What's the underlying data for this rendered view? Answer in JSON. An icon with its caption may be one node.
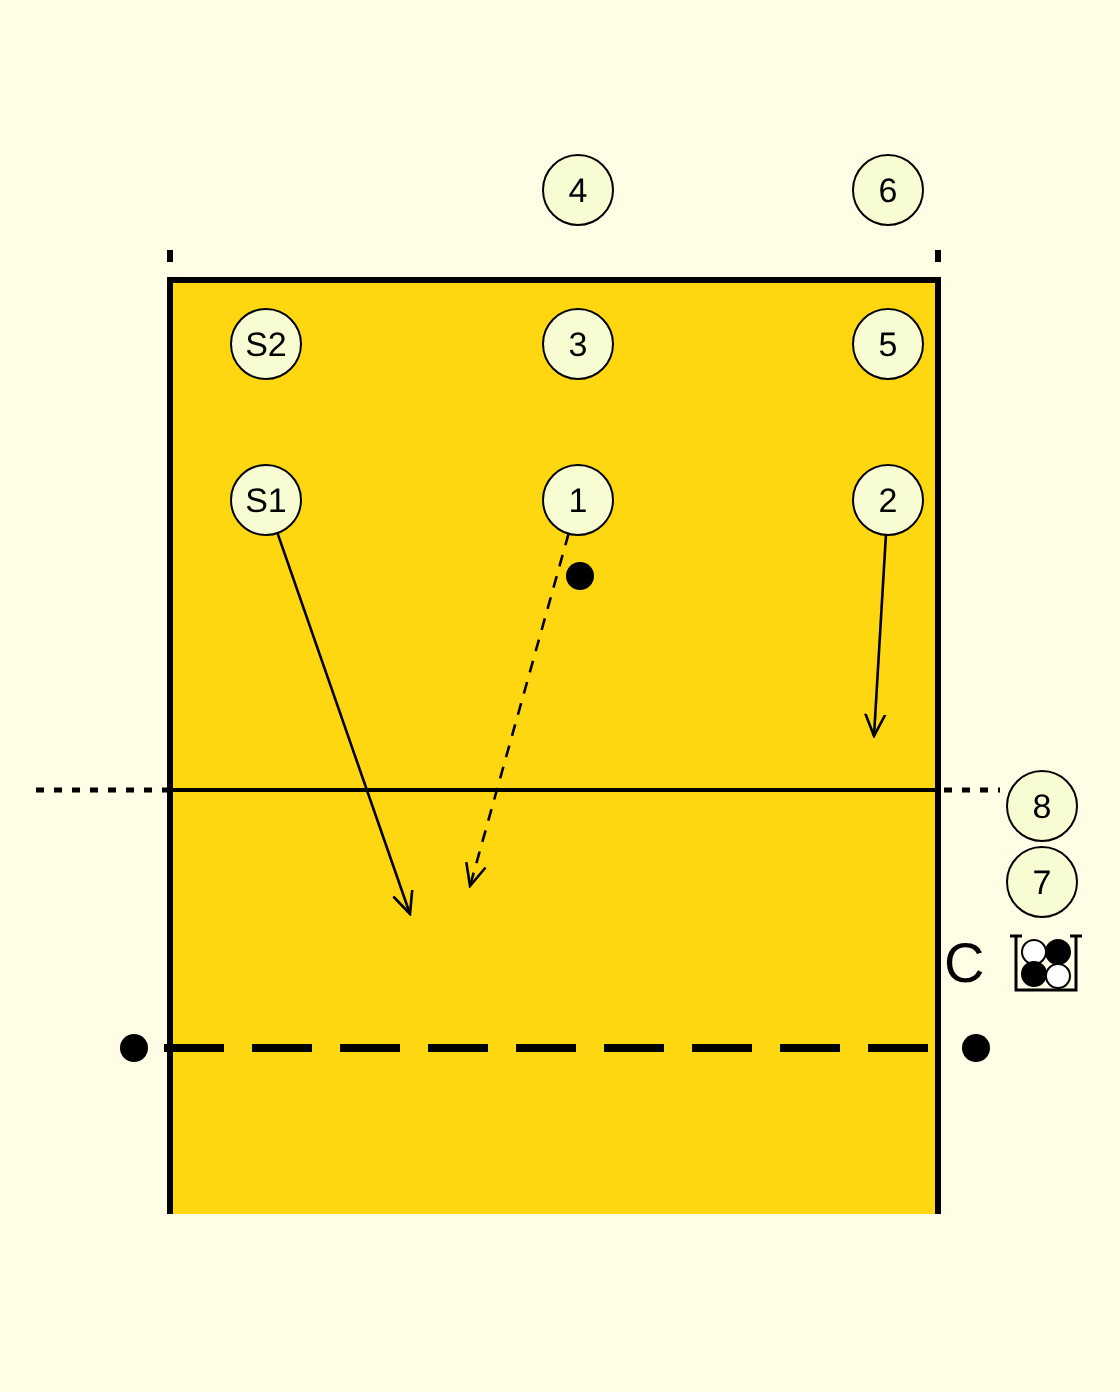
{
  "diagram": {
    "nodes": [
      {
        "text": [
          "4"
        ]
      },
      {
        "text": [
          "6"
        ]
      },
      {
        "text": [
          "S2"
        ]
      },
      {
        "text": [
          "3"
        ]
      },
      {
        "text": [
          "5"
        ]
      },
      {
        "text": [
          "S1"
        ]
      },
      {
        "text": [
          "1"
        ]
      },
      {
        "text": [
          "2"
        ]
      },
      {
        "text": [
          "8"
        ]
      },
      {
        "text": [
          "7"
        ]
      }
    ],
    "edges": [
      {
        "from": 5,
        "to": null,
        "arrow": "to"
      },
      {
        "from": 6,
        "to": null,
        "arrow": "to",
        "style": "dashed"
      },
      {
        "from": 7,
        "to": null,
        "arrow": "to"
      }
    ],
    "labels": [
      "C"
    ]
  }
}
